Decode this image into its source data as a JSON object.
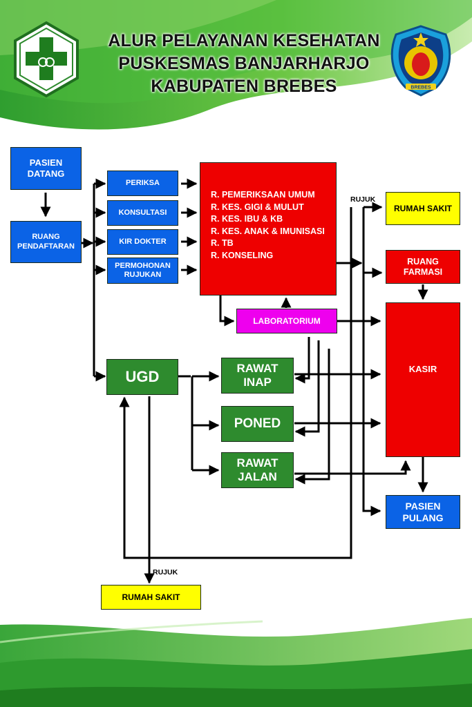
{
  "header": {
    "title_line1": "ALUR PELAYANAN KESEHATAN",
    "title_line2": "PUSKESMAS BANJARHARJO",
    "title_line3": "KABUPATEN BREBES",
    "left_logo_icon": "puskesmas-cross-icon",
    "right_logo_icon": "kabupaten-brebes-emblem-icon",
    "emblem_text": "BREBES"
  },
  "nodes": {
    "pasien_datang": "PASIEN\nDATANG",
    "ruang_pendaftaran": "RUANG\nPENDAFTARAN",
    "periksa": "PERIKSA",
    "konsultasi": "KONSULTASI",
    "kir_dokter": "KIR DOKTER",
    "permohonan_rujukan": "PERMOHONAN\nRUJUKAN",
    "ruang_list": [
      "R. PEMERIKSAAN UMUM",
      "R. KES. GIGI & MULUT",
      "R. KES. IBU & KB",
      "R. KES. ANAK & IMUNISASI",
      "R. TB",
      "R. KONSELING"
    ],
    "laboratorium": "LABORATORIUM",
    "ugd": "UGD",
    "rawat_inap": "RAWAT\nINAP",
    "poned": "PONED",
    "rawat_jalan": "RAWAT\nJALAN",
    "rumah_sakit_top": "RUMAH SAKIT",
    "ruang_farmasi": "RUANG\nFARMASI",
    "kasir": "KASIR",
    "pasien_pulang": "PASIEN\nPULANG",
    "rumah_sakit_bottom": "RUMAH SAKIT"
  },
  "labels": {
    "rujuk_top": "RUJUK",
    "rujuk_bottom": "RUJUK"
  },
  "colors": {
    "blue": "#0b63e6",
    "green": "#2e8b2e",
    "red": "#ee0000",
    "yellow": "#ffff00",
    "magenta": "#ee00ee",
    "banner_green": "#3cb043"
  }
}
